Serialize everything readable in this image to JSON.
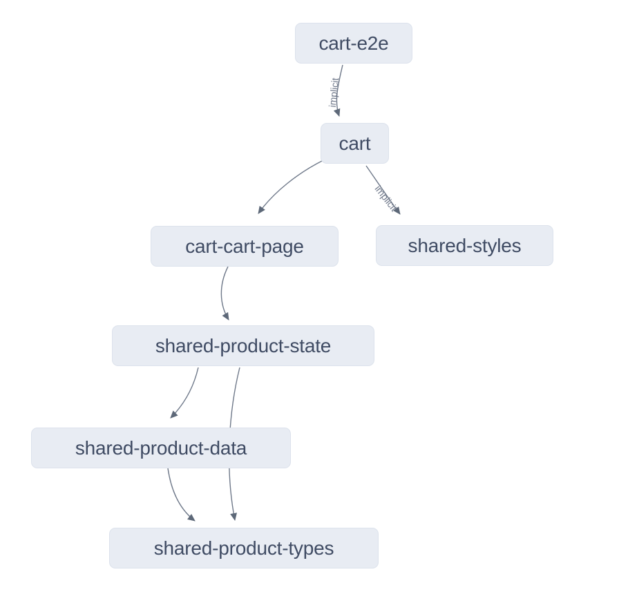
{
  "diagram": {
    "type": "dependency-graph",
    "background_color": "#ffffff",
    "node_fill_color": "#e8ecf3",
    "node_border_color": "#dce2ec",
    "node_text_color": "#3f4b63",
    "edge_color": "#6e7889",
    "edge_label_color": "#6e7789",
    "nodes": [
      {
        "id": "cart-e2e",
        "label": "cart-e2e"
      },
      {
        "id": "cart",
        "label": "cart"
      },
      {
        "id": "cart-cart-page",
        "label": "cart-cart-page"
      },
      {
        "id": "shared-styles",
        "label": "shared-styles"
      },
      {
        "id": "shared-product-state",
        "label": "shared-product-state"
      },
      {
        "id": "shared-product-data",
        "label": "shared-product-data"
      },
      {
        "id": "shared-product-types",
        "label": "shared-product-types"
      }
    ],
    "edges": [
      {
        "from": "cart-e2e",
        "to": "cart",
        "type": "implicit",
        "label": "implicit"
      },
      {
        "from": "cart",
        "to": "cart-cart-page",
        "type": "static",
        "label": ""
      },
      {
        "from": "cart",
        "to": "shared-styles",
        "type": "implicit",
        "label": "implicit"
      },
      {
        "from": "cart-cart-page",
        "to": "shared-product-state",
        "type": "static",
        "label": ""
      },
      {
        "from": "shared-product-state",
        "to": "shared-product-data",
        "type": "static",
        "label": ""
      },
      {
        "from": "shared-product-state",
        "to": "shared-product-types",
        "type": "static",
        "label": ""
      },
      {
        "from": "shared-product-data",
        "to": "shared-product-types",
        "type": "static",
        "label": ""
      }
    ]
  }
}
